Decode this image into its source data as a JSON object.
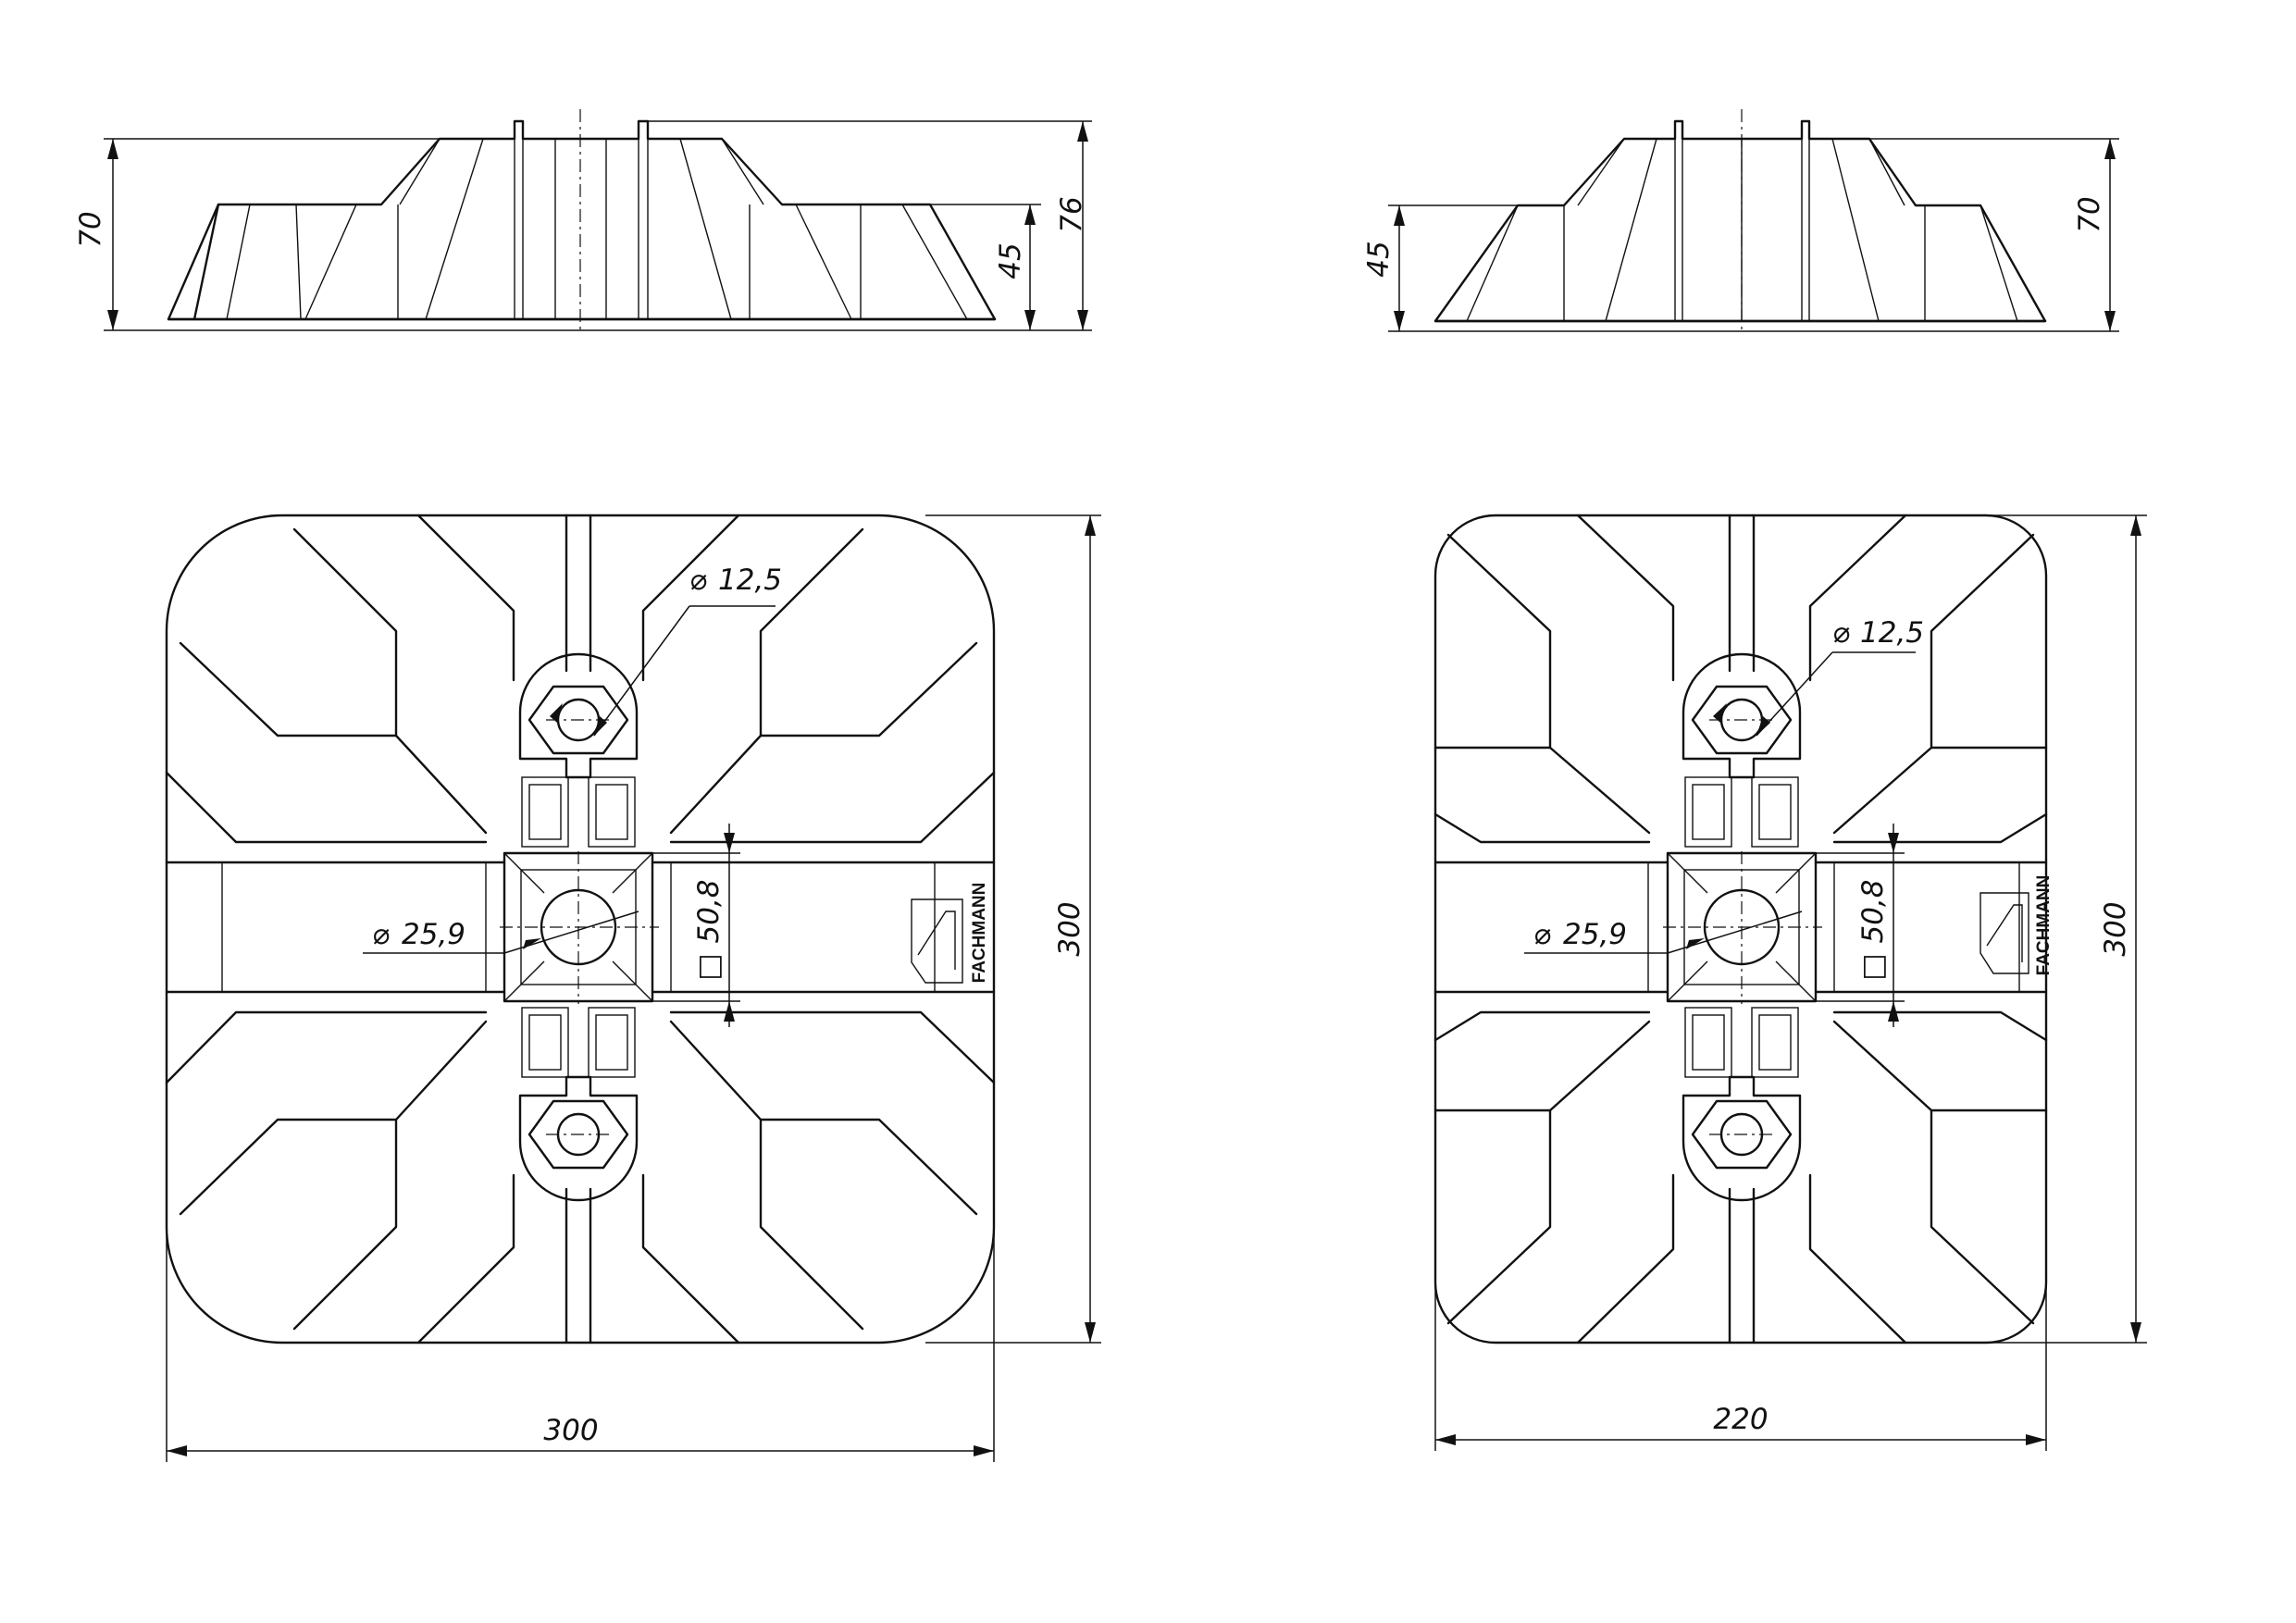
{
  "views": {
    "left": {
      "side": {
        "h_total": "70",
        "h_top": "76",
        "h_mid": "45"
      },
      "plan": {
        "hole": "12,5",
        "center_bore": "25,9",
        "square": "50,8",
        "height": "300",
        "width": "300",
        "brand": "FACHMANN"
      }
    },
    "right": {
      "side": {
        "h_total": "70",
        "h_mid": "45"
      },
      "plan": {
        "hole": "12,5",
        "center_bore": "25,9",
        "square": "50,8",
        "height": "300",
        "width": "220",
        "brand": "FACHMANN"
      }
    }
  },
  "symbols": {
    "diameter": "⌀",
    "square": "□"
  },
  "colors": {
    "line": "#111111",
    "paper": "#ffffff"
  }
}
